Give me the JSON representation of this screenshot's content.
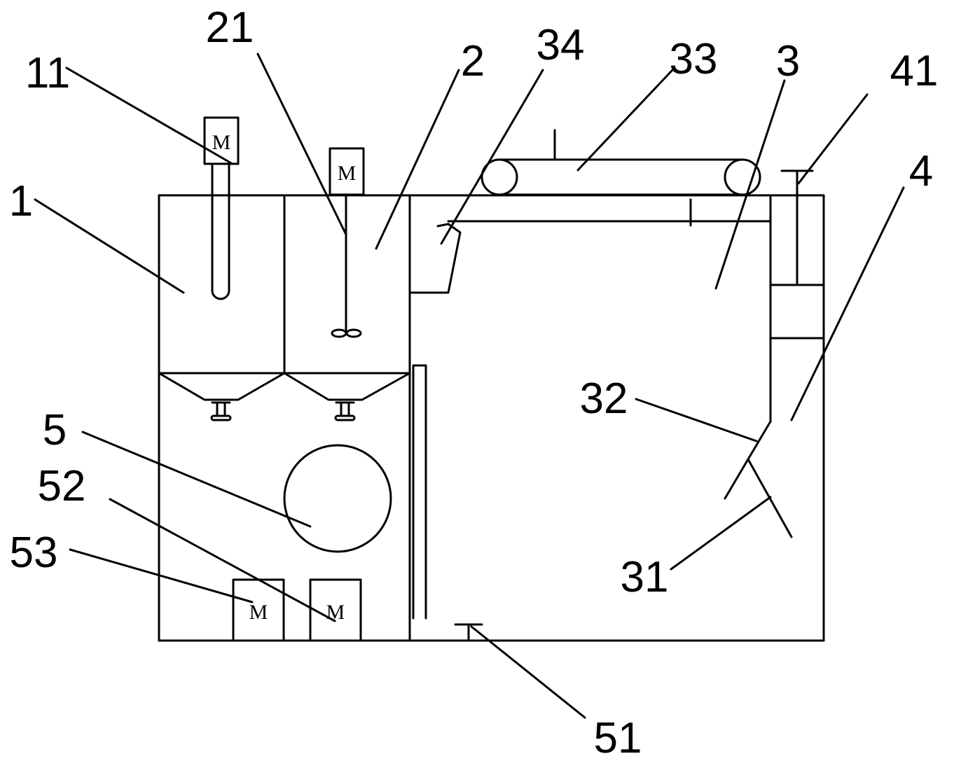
{
  "diagram": {
    "labels": {
      "l1": "1",
      "l11": "11",
      "l21": "21",
      "l2": "2",
      "l34": "34",
      "l33": "33",
      "l3": "3",
      "l41": "41",
      "l4": "4",
      "l32": "32",
      "l5": "5",
      "l52": "52",
      "l53": "53",
      "l31": "31",
      "l51": "51"
    },
    "motor_mark": "M"
  }
}
